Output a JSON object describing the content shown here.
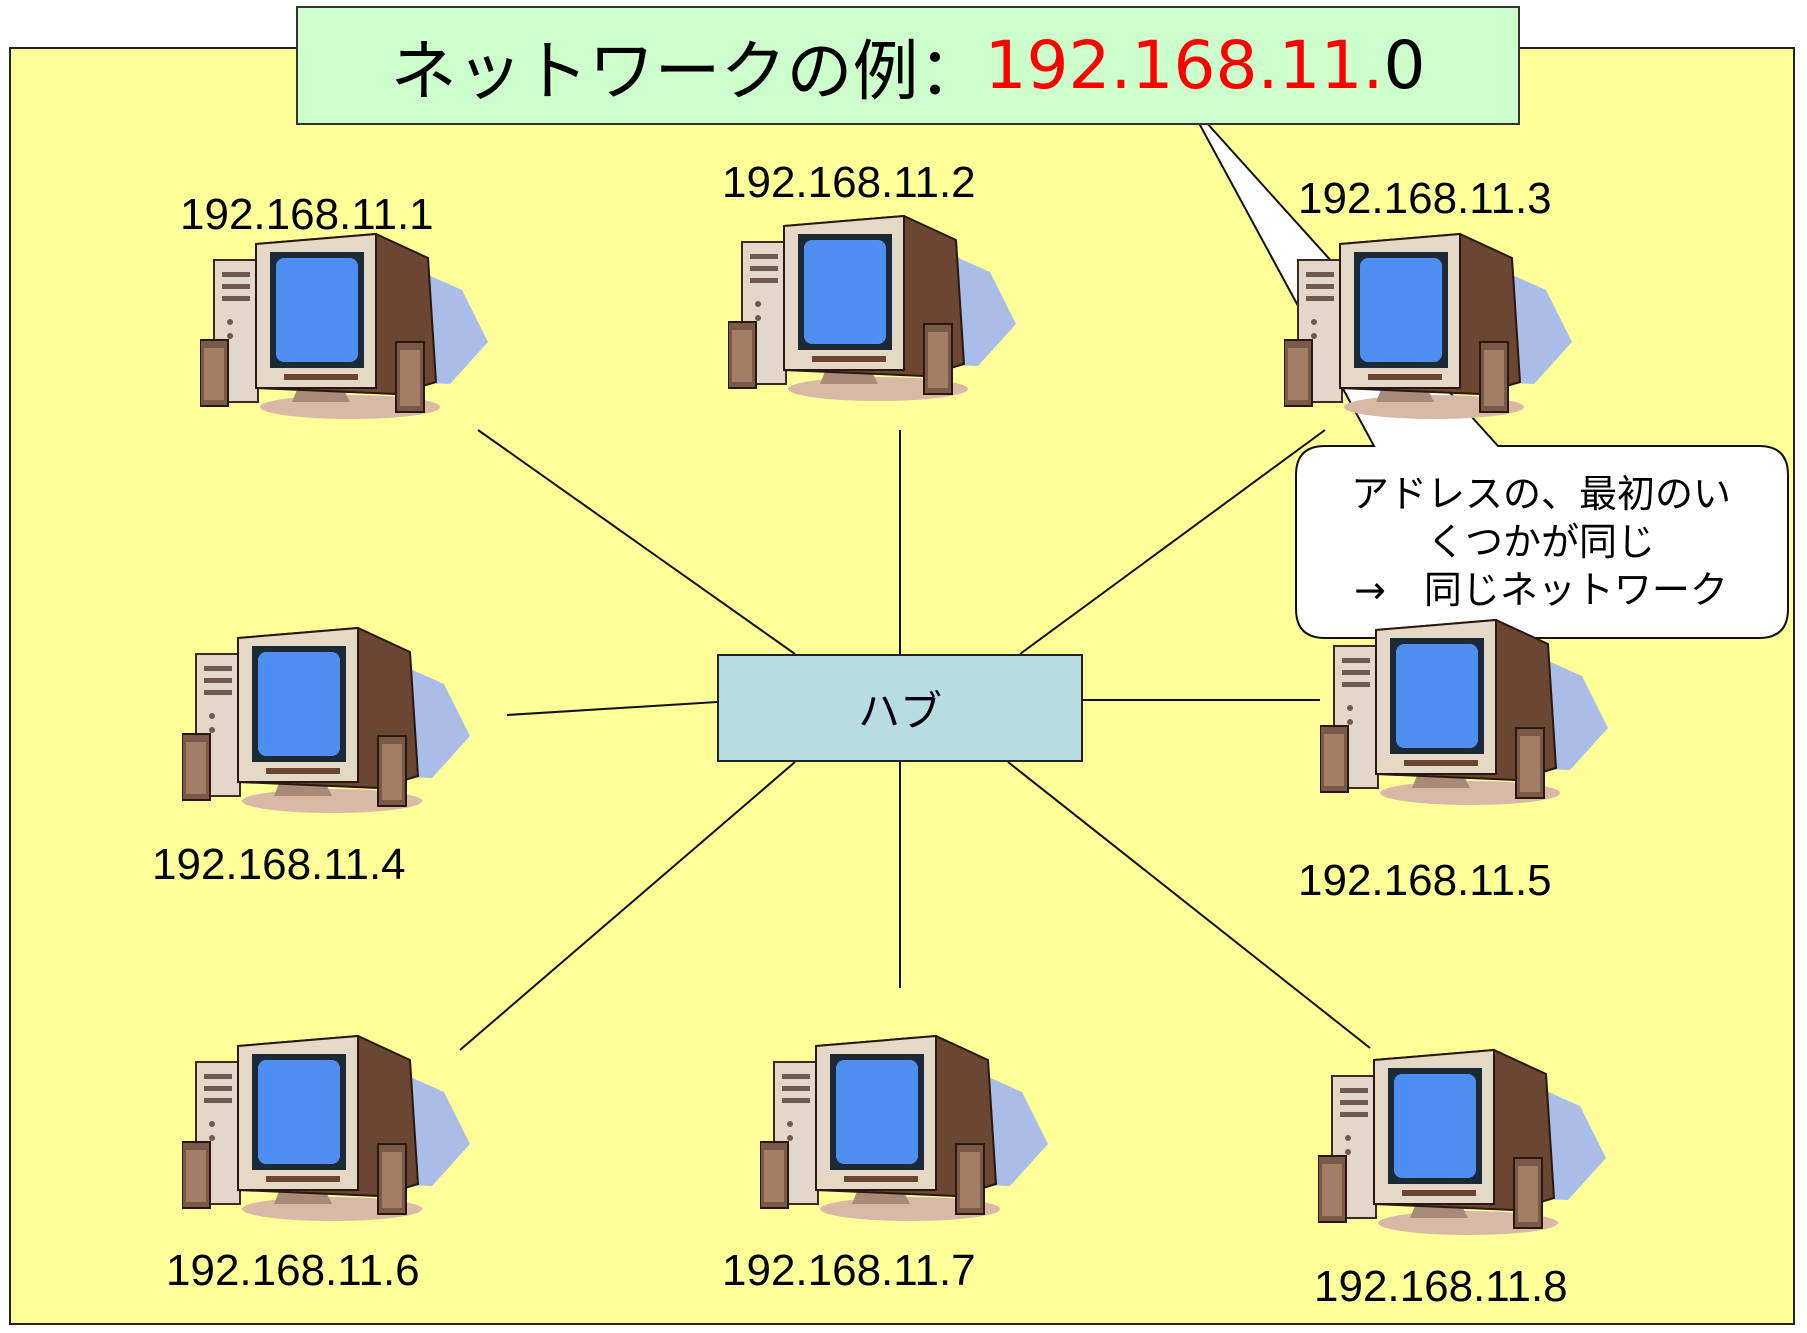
{
  "title": {
    "prefix": "ネットワークの例：",
    "network_part": "192.168.11.",
    "host_part": "0"
  },
  "hub": {
    "label": "ハブ"
  },
  "computers": [
    {
      "ip": "192.168.11.1"
    },
    {
      "ip": "192.168.11.2"
    },
    {
      "ip": "192.168.11.3"
    },
    {
      "ip": "192.168.11.4"
    },
    {
      "ip": "192.168.11.5"
    },
    {
      "ip": "192.168.11.6"
    },
    {
      "ip": "192.168.11.7"
    },
    {
      "ip": "192.168.11.8"
    }
  ],
  "callout": {
    "line1": "アドレスの、最初のい",
    "line2": "くつかが同じ",
    "line3": "→　同じネットワーク"
  },
  "colors": {
    "panel_background": "#ffff99",
    "title_background": "#ccffcc",
    "hub_background": "#b7dde3",
    "network_part_text": "#ff0000"
  }
}
